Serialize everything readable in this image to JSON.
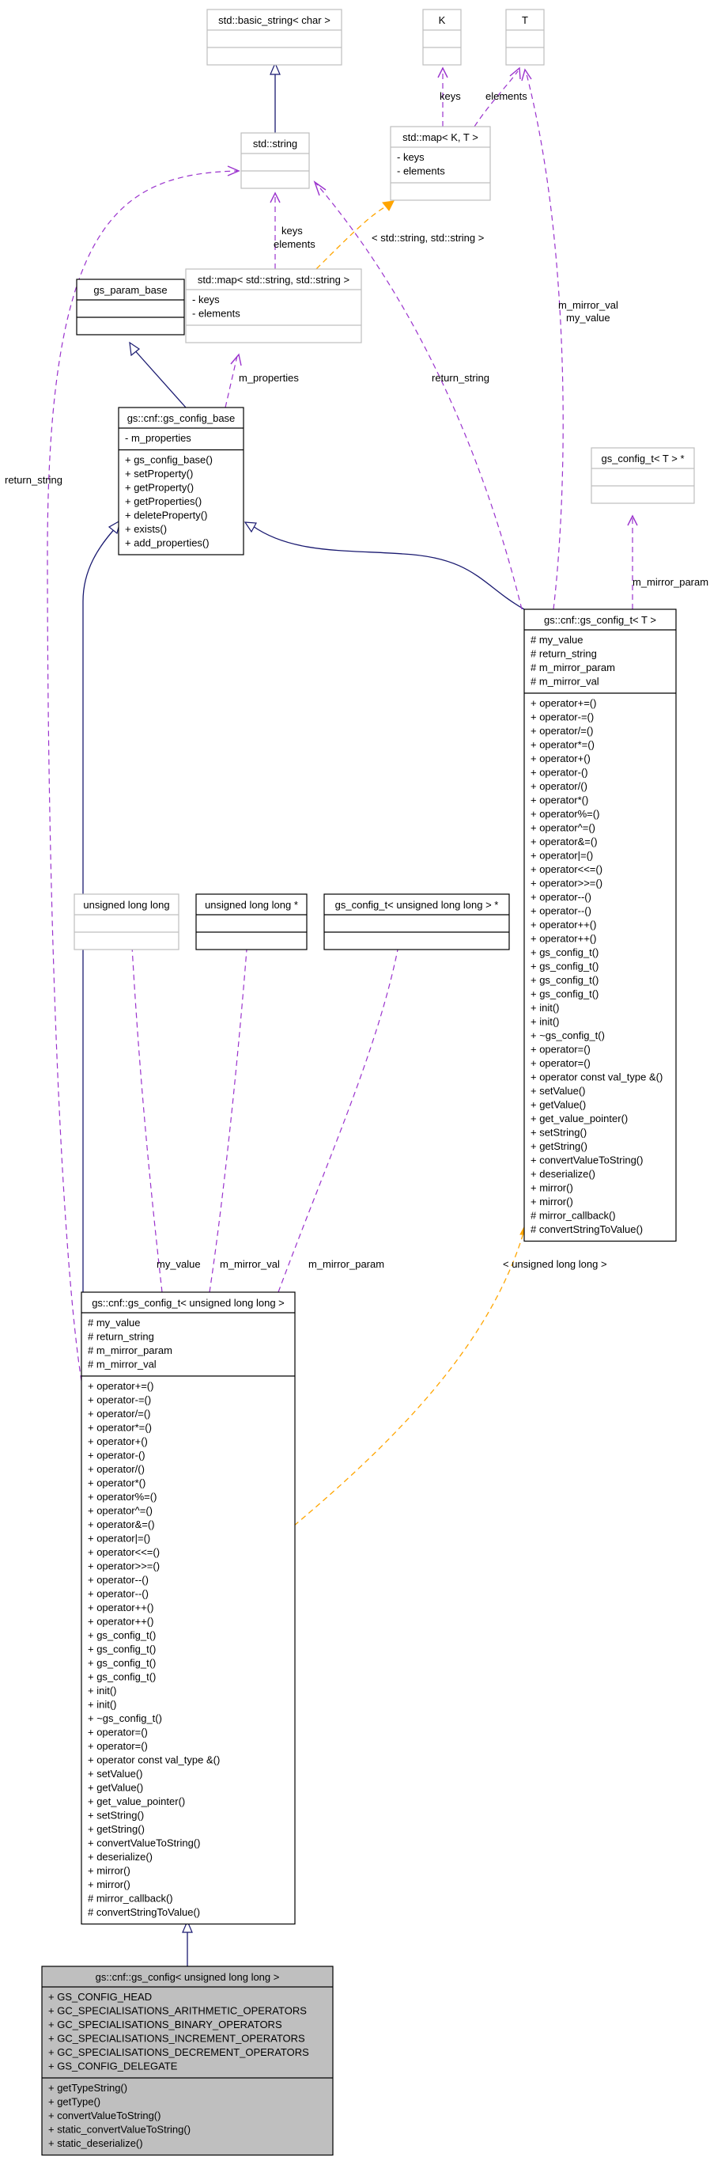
{
  "classes": {
    "basic_string": {
      "name": "std::basic_string< char >",
      "attrs": [],
      "ops": []
    },
    "K": {
      "name": "K",
      "attrs": [],
      "ops": []
    },
    "T": {
      "name": "T",
      "attrs": [],
      "ops": []
    },
    "std_string": {
      "name": "std::string",
      "attrs": [],
      "ops": []
    },
    "map_KT": {
      "name": "std::map< K, T >",
      "attrs": [
        "- keys",
        "- elements"
      ],
      "ops": []
    },
    "gs_param_base": {
      "name": "gs_param_base",
      "attrs": [],
      "ops": []
    },
    "map_string": {
      "name": "std::map< std::string, std::string >",
      "attrs": [
        "- keys",
        "- elements"
      ],
      "ops": []
    },
    "gs_config_base": {
      "name": "gs::cnf::gs_config_base",
      "attrs": [
        "- m_properties"
      ],
      "ops": [
        "+ gs_config_base()",
        "+ setProperty()",
        "+ getProperty()",
        "+ getProperties()",
        "+ deleteProperty()",
        "+ exists()",
        "+ add_properties()"
      ]
    },
    "gs_config_t_T_ptr": {
      "name": "gs_config_t< T > *",
      "attrs": [],
      "ops": []
    },
    "gs_config_t_T": {
      "name": "gs::cnf::gs_config_t< T >",
      "attrs": [
        "# my_value",
        "# return_string",
        "# m_mirror_param",
        "# m_mirror_val"
      ],
      "ops": [
        "+ operator+=()",
        "+ operator-=()",
        "+ operator/=()",
        "+ operator*=()",
        "+ operator+()",
        "+ operator-()",
        "+ operator/()",
        "+ operator*()",
        "+ operator%=()",
        "+ operator^=()",
        "+ operator&=()",
        "+ operator|=()",
        "+ operator<<=()",
        "+ operator>>=()",
        "+ operator--()",
        "+ operator--()",
        "+ operator++()",
        "+ operator++()",
        "+ gs_config_t()",
        "+ gs_config_t()",
        "+ gs_config_t()",
        "+ gs_config_t()",
        "+ init()",
        "+ init()",
        "+ ~gs_config_t()",
        "+ operator=()",
        "+ operator=()",
        "+ operator const val_type &()",
        "+ setValue()",
        "+ getValue()",
        "+ get_value_pointer()",
        "+ setString()",
        "+ getString()",
        "+ convertValueToString()",
        "+ deserialize()",
        "+ mirror()",
        "+ mirror()",
        "# mirror_callback()",
        "# convertStringToValue()"
      ]
    },
    "ull": {
      "name": "unsigned long long",
      "attrs": [],
      "ops": []
    },
    "ull_ptr": {
      "name": "unsigned long long *",
      "attrs": [],
      "ops": []
    },
    "gs_config_t_ull_ptr": {
      "name": "gs_config_t< unsigned long long > *",
      "attrs": [],
      "ops": []
    },
    "gs_config_t_ull": {
      "name": "gs::cnf::gs_config_t< unsigned long long >",
      "attrs": [
        "# my_value",
        "# return_string",
        "# m_mirror_param",
        "# m_mirror_val"
      ],
      "ops": [
        "+ operator+=()",
        "+ operator-=()",
        "+ operator/=()",
        "+ operator*=()",
        "+ operator+()",
        "+ operator-()",
        "+ operator/()",
        "+ operator*()",
        "+ operator%=()",
        "+ operator^=()",
        "+ operator&=()",
        "+ operator|=()",
        "+ operator<<=()",
        "+ operator>>=()",
        "+ operator--()",
        "+ operator--()",
        "+ operator++()",
        "+ operator++()",
        "+ gs_config_t()",
        "+ gs_config_t()",
        "+ gs_config_t()",
        "+ gs_config_t()",
        "+ init()",
        "+ init()",
        "+ ~gs_config_t()",
        "+ operator=()",
        "+ operator=()",
        "+ operator const val_type &()",
        "+ setValue()",
        "+ getValue()",
        "+ get_value_pointer()",
        "+ setString()",
        "+ getString()",
        "+ convertValueToString()",
        "+ deserialize()",
        "+ mirror()",
        "+ mirror()",
        "# mirror_callback()",
        "# convertStringToValue()"
      ]
    },
    "gs_config_ull": {
      "name": "gs::cnf::gs_config< unsigned long long >",
      "attrs": [
        "+ GS_CONFIG_HEAD",
        "+ GC_SPECIALISATIONS_ARITHMETIC_OPERATORS",
        "+ GC_SPECIALISATIONS_BINARY_OPERATORS",
        "+ GC_SPECIALISATIONS_INCREMENT_OPERATORS",
        "+ GC_SPECIALISATIONS_DECREMENT_OPERATORS",
        "+ GS_CONFIG_DELEGATE"
      ],
      "ops": [
        "+ getTypeString()",
        "+ getType()",
        "+ convertValueToString()",
        "+ static_convertValueToString()",
        "+ static_deserialize()"
      ]
    }
  },
  "edge_labels": {
    "keys_K": "keys",
    "elements_T": "elements",
    "keys_string": "keys",
    "elements_string": "elements",
    "map_template": "< std::string, std::string >",
    "m_properties": "m_properties",
    "return_string_T": "return_string",
    "m_mirror_val_T": "m_mirror_val",
    "my_value_T": "my_value",
    "m_mirror_param_T": "m_mirror_param",
    "return_string_ull": "return_string",
    "my_value_ull": "my_value",
    "m_mirror_val_ull": "m_mirror_val",
    "m_mirror_param_ull": "m_mirror_param",
    "ull_template": "< unsigned long long >"
  },
  "colors": {
    "inheritance": "#191970",
    "usage": "#9a32cd",
    "template": "#ffa500",
    "focus_fill": "#bfbfbf",
    "undocumented_border": "#bfbfbf"
  }
}
